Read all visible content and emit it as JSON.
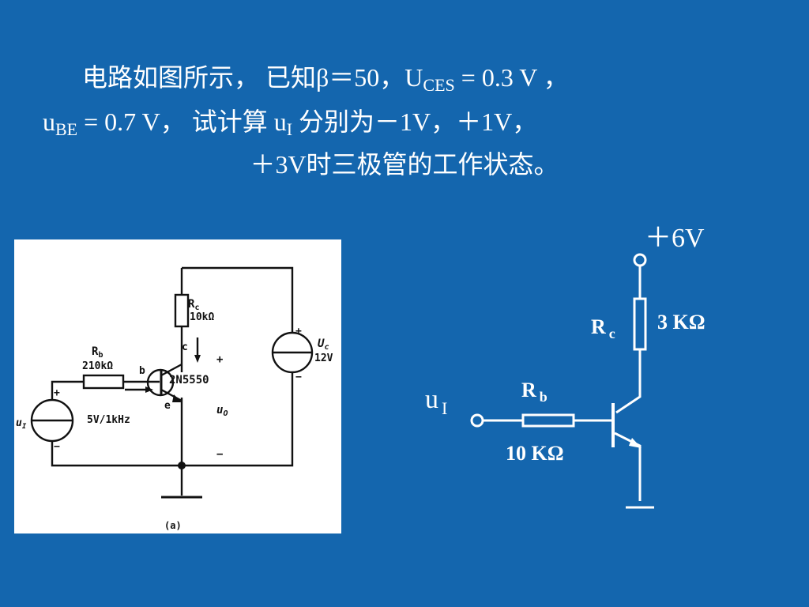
{
  "problem": {
    "line1": {
      "a": "电路如图所示， 已知β＝50，U",
      "a_sub": "CES",
      "b": " = 0.3 V ，"
    },
    "line2": {
      "a": "u",
      "a_sub": "BE",
      "b": " = 0.7 V，     试计算 u",
      "b_sub": "I",
      "c": " 分别为－1V，＋1V，"
    },
    "line3": "＋3V时三极管的工作状态。"
  },
  "left_figure": {
    "rc_symbol": "R",
    "rc_sub": "c",
    "rc_value": "10kΩ",
    "rb_symbol": "R",
    "rb_sub": "b",
    "rb_value": "210kΩ",
    "node_b": "b",
    "node_c": "c",
    "node_e": "e",
    "transistor": "2N5550",
    "uc_symbol": "U",
    "uc_sub": "c",
    "uc_value": "12V",
    "ui_symbol": "u",
    "ui_sub": "I",
    "source_value": "5V/1kHz",
    "uo_symbol": "u",
    "uo_sub": "O",
    "plus": "+",
    "minus": "−",
    "caption": "(a)"
  },
  "right_figure": {
    "supply": "＋6V",
    "rc_symbol": "R",
    "rc_sub": "c",
    "rc_value": "3 KΩ",
    "rb_symbol": "R",
    "rb_sub": "b",
    "rb_value": "10 KΩ",
    "ui_symbol": "u",
    "ui_sub": "I"
  },
  "colors": {
    "background": "#1466ae",
    "text": "#ffffff",
    "figure_bg": "#ffffff",
    "ink": "#111111"
  }
}
